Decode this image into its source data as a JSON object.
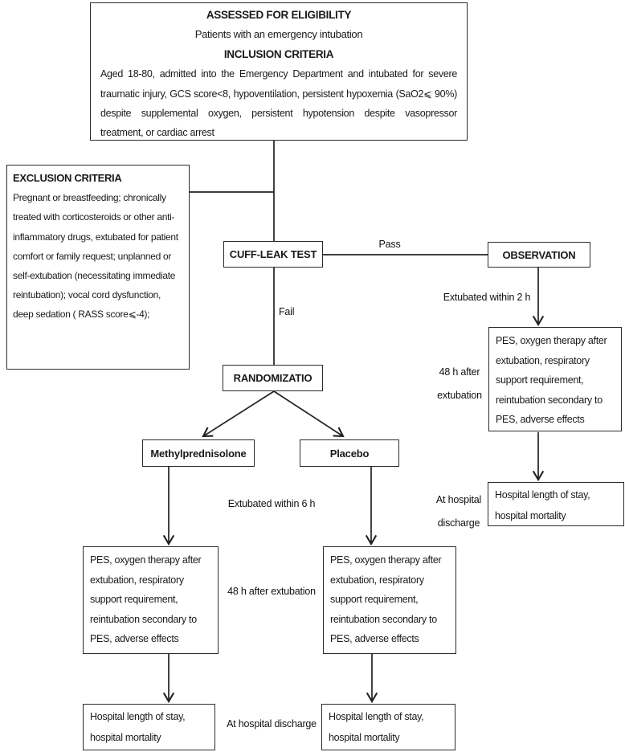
{
  "eligibility": {
    "title": "ASSESSED FOR ELIGIBILITY",
    "subtitle": "Patients with an emergency intubation",
    "inclusion_title": "INCLUSION CRITERIA",
    "inclusion_text": "Aged 18-80, admitted into the Emergency Department and intubated for severe traumatic injury, GCS score<8, hypoventilation, persistent hypoxemia (SaO2⩽ 90%) despite supplemental oxygen, persistent hypotension despite vasopressor treatment, or cardiac arrest"
  },
  "exclusion": {
    "title": "EXCLUSION CRITERIA",
    "text": "Pregnant or breastfeeding; chronically treated with corticosteroids or other anti-inflammatory drugs, extubated for patient comfort or family request; unplanned or self-extubation (necessitating immediate reintubation); vocal cord dysfunction, deep sedation ( RASS score⩽-4);"
  },
  "nodes": {
    "cuff_leak": "CUFF-LEAK TEST",
    "observation": "OBSERVATION",
    "randomization": "RANDOMIZATIO",
    "methylprednisolone": "Methylprednisolone",
    "placebo": "Placebo",
    "pes_outcomes": "PES, oxygen therapy after extubation, respiratory support requirement, reintubation secondary to PES, adverse effects",
    "hospital_outcomes": "Hospital length of stay, hospital mortality"
  },
  "labels": {
    "pass": "Pass",
    "fail": "Fail",
    "extubated_2h": "Extubated within 2 h",
    "extubated_6h": "Extubated within 6 h",
    "after_48h": "48 h after extubation",
    "discharge": "At hospital discharge"
  },
  "colors": {
    "line": "#222222",
    "border": "#2b2b2b",
    "text": "#1a1a1a",
    "background": "#ffffff"
  }
}
